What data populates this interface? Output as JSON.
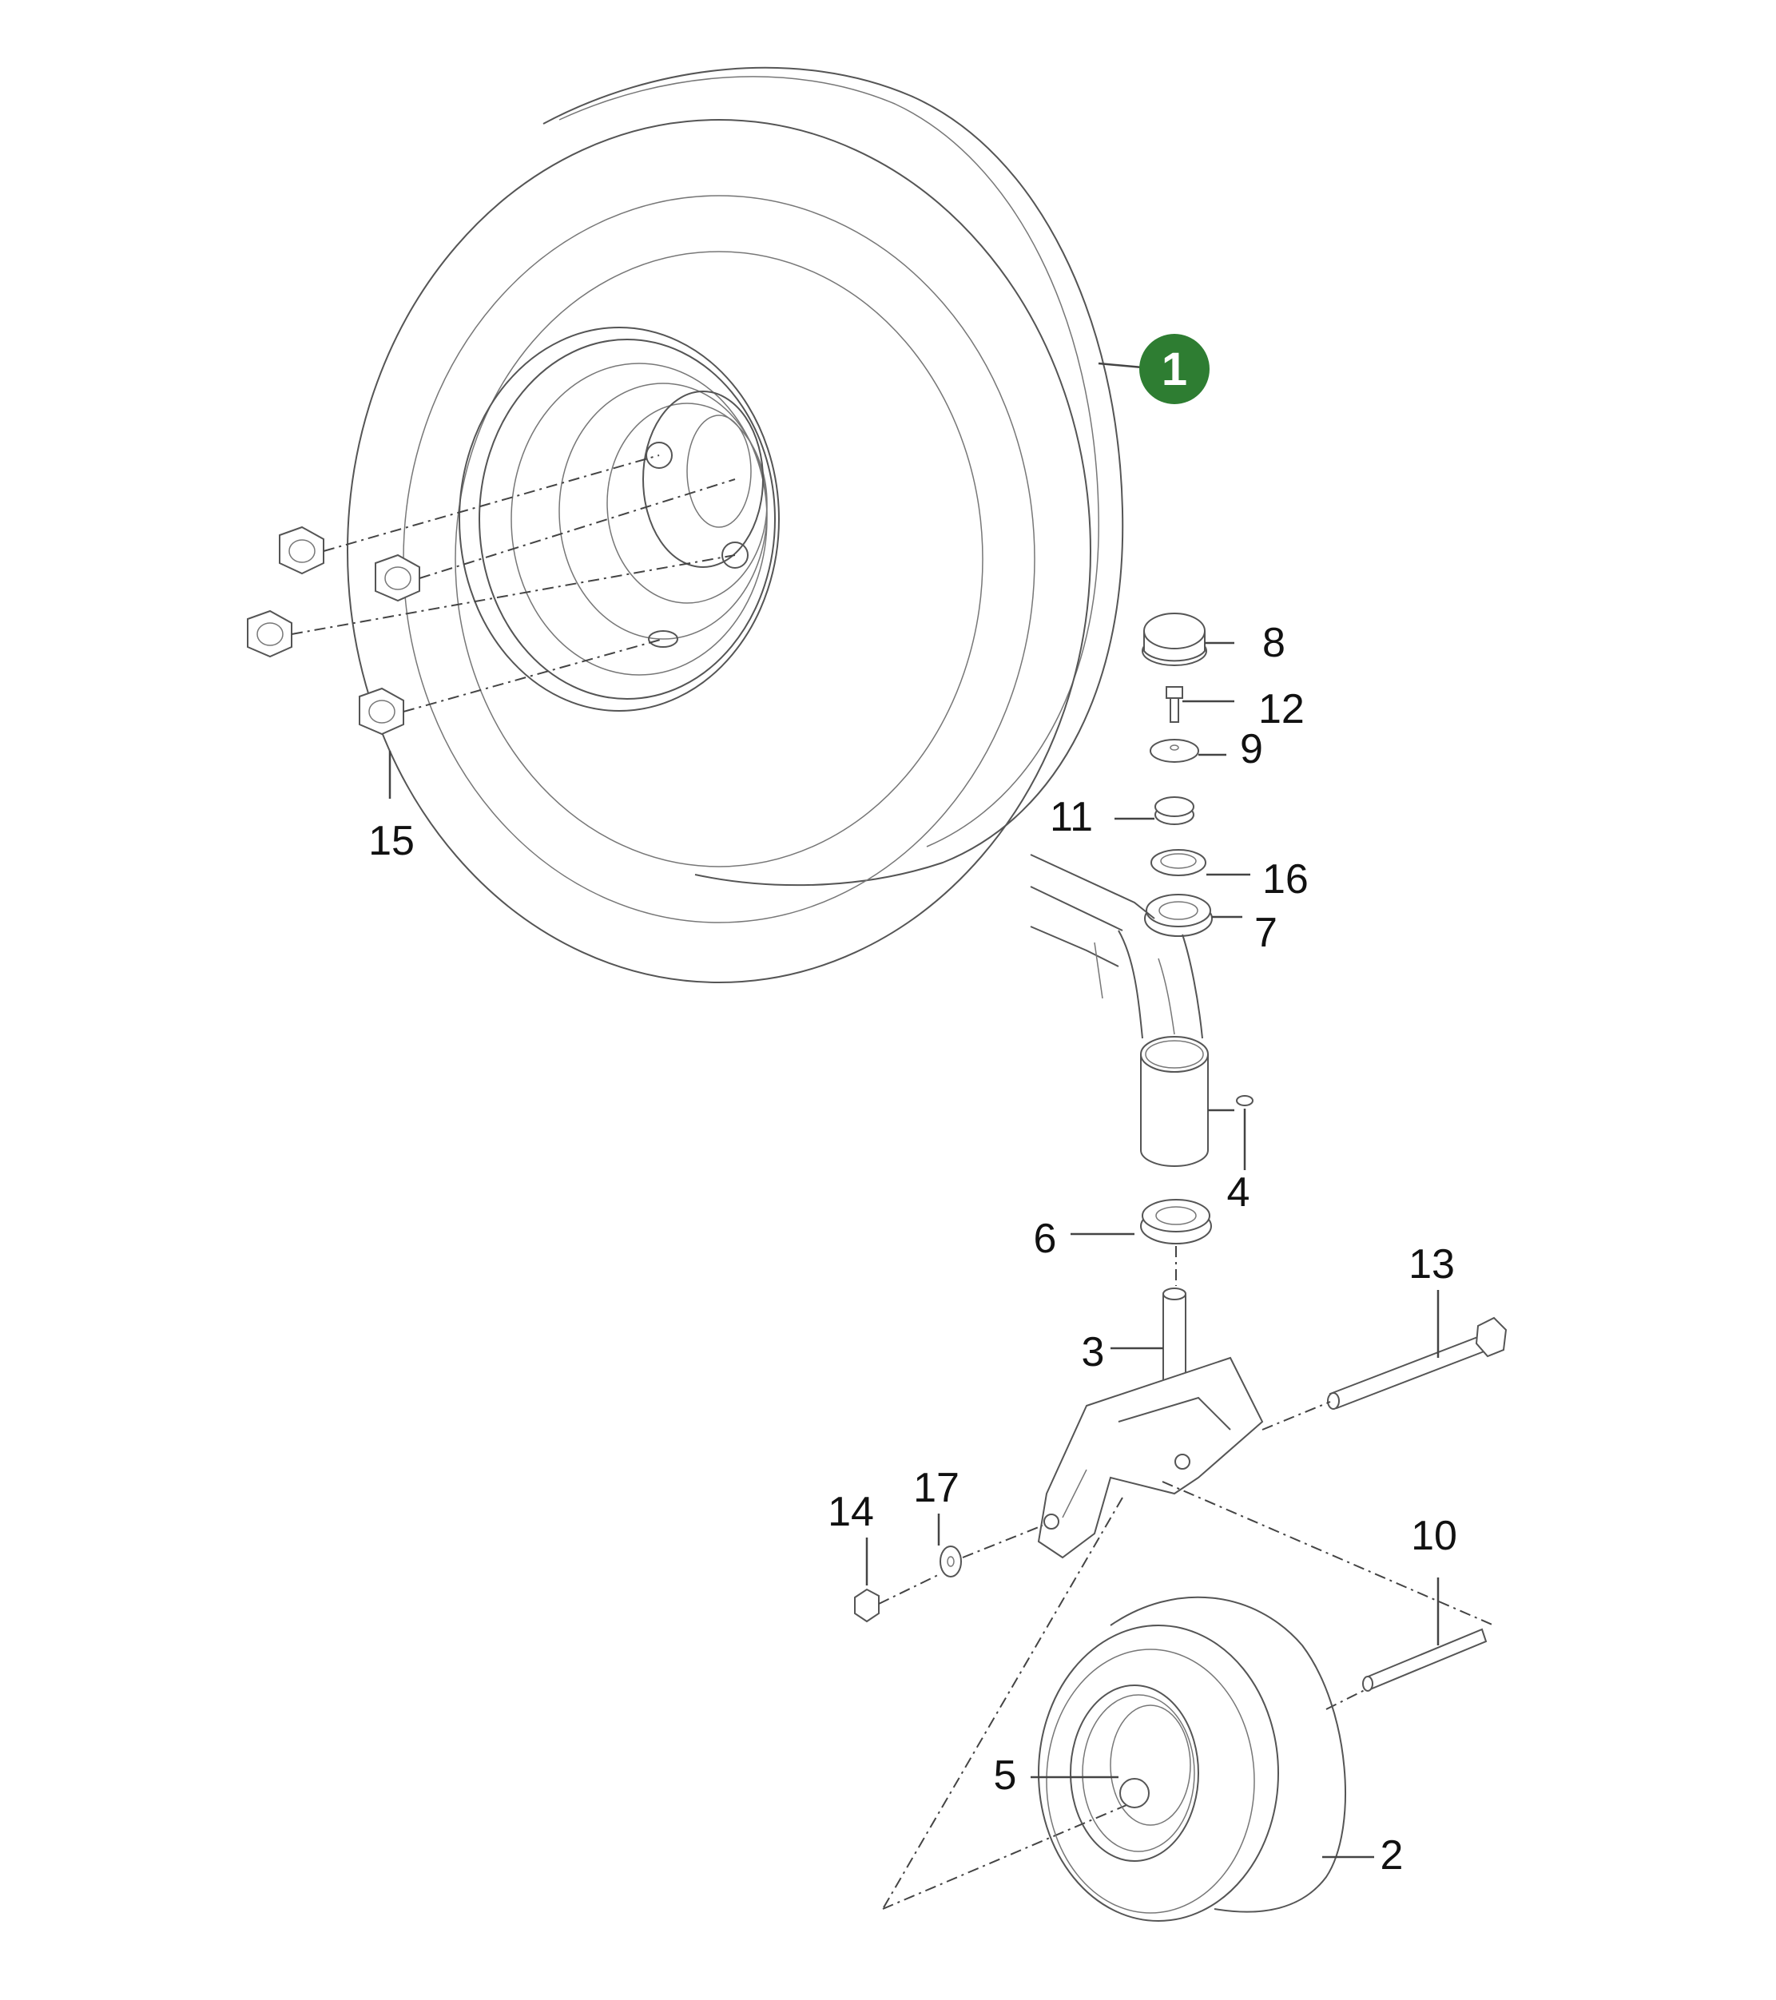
{
  "colors": {
    "highlight": "#2e7d32",
    "line": "#555555",
    "label": "#111111"
  },
  "callouts": {
    "p1": "1",
    "p2": "2",
    "p3": "3",
    "p4": "4",
    "p5": "5",
    "p6": "6",
    "p7": "7",
    "p8": "8",
    "p9": "9",
    "p10": "10",
    "p11": "11",
    "p12": "12",
    "p13": "13",
    "p14": "14",
    "p15": "15",
    "p16": "16",
    "p17": "17"
  },
  "highlighted_part": "1"
}
